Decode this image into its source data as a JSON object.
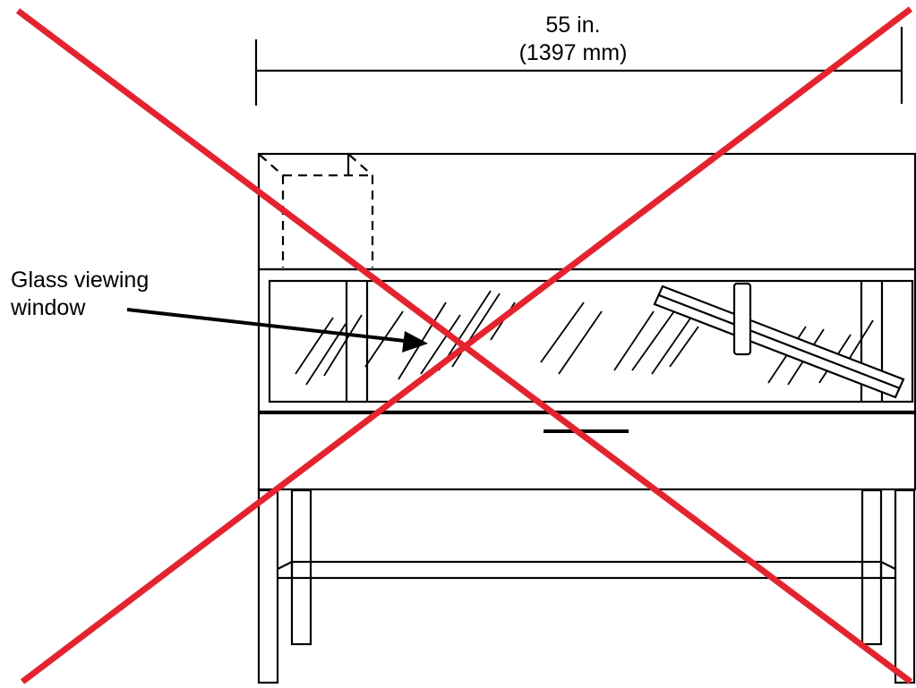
{
  "dimension": {
    "width_in": "55 in.",
    "width_mm": "(1397 mm)"
  },
  "callout": {
    "line1": "Glass viewing",
    "line2": "window"
  },
  "colors": {
    "strike_x": "#e3242f",
    "line": "#000000",
    "background": "#ffffff"
  }
}
